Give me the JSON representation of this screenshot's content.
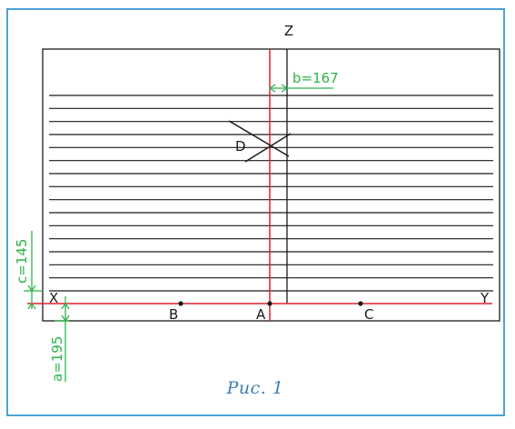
{
  "caption": "Рис. 1",
  "labels": {
    "z": "Z",
    "x": "X",
    "y": "Y",
    "a": "A",
    "b": "B",
    "c": "C",
    "d": "D"
  },
  "dimensions": {
    "b": "b=167",
    "c": "c=145",
    "a": "a=195"
  },
  "colors": {
    "frame": "#4aa3d8",
    "line": "#1a1a1a",
    "axis": "#e0202a",
    "dimension": "#2db34a",
    "caption": "#3a7db5"
  },
  "horizontal_line_count": 16
}
